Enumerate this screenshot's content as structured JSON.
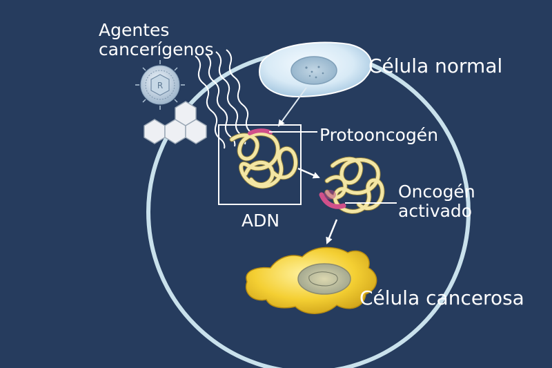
{
  "labels": {
    "carcinogens_line1": "Agentes",
    "carcinogens_line2": "cancerígenos",
    "normal_cell": "Célula normal",
    "protooncogene": "Protooncogén",
    "activated_oncogene_line1": "Oncogén",
    "activated_oncogene_line2": "activado",
    "dna": "ADN",
    "cancer_cell": "Célula cancerosa"
  },
  "colors": {
    "background": "#263c5e",
    "cycle_ring": "#c9e1ec",
    "dna_strand": "#f3e6a4",
    "oncogene_marker": "#d0508a",
    "normal_cell": "#d8eaf6",
    "cancer_cell": "#f1ca2c",
    "text": "#ffffff"
  },
  "icons": [
    "virus-icon",
    "chemical-hexagon-icon",
    "radiation-waves-icon"
  ]
}
